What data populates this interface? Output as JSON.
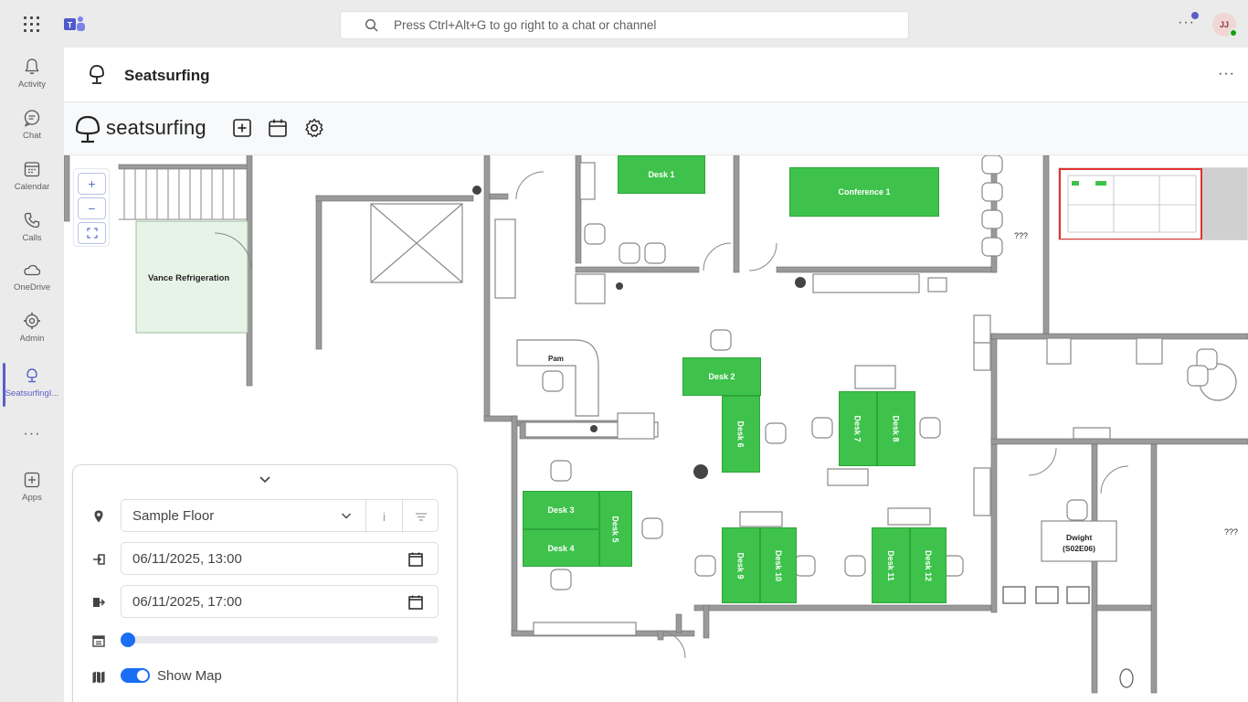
{
  "topbar": {
    "search_placeholder": "Press Ctrl+Alt+G to go right to a chat or channel",
    "more": "···",
    "avatar_initials": "JJ"
  },
  "rail": {
    "items": [
      {
        "label": "Activity",
        "icon": "bell-icon"
      },
      {
        "label": "Chat",
        "icon": "chat-icon"
      },
      {
        "label": "Calendar",
        "icon": "calendar-icon"
      },
      {
        "label": "Calls",
        "icon": "phone-icon"
      },
      {
        "label": "OneDrive",
        "icon": "cloud-icon"
      },
      {
        "label": "Admin",
        "icon": "admin-icon"
      },
      {
        "label": "SeatsurfingI...",
        "icon": "seatsurfing-icon"
      }
    ],
    "more": "···",
    "apps_label": "Apps"
  },
  "app": {
    "title": "Seatsurfing",
    "more": "···",
    "logo_text": "seatsurfing"
  },
  "map": {
    "desks": [
      {
        "label": "Desk 1"
      },
      {
        "label": "Conference 1"
      },
      {
        "label": "Desk 2"
      },
      {
        "label": "Desk 6"
      },
      {
        "label": "Desk 7"
      },
      {
        "label": "Desk 8"
      },
      {
        "label": "Desk 3"
      },
      {
        "label": "Desk 4"
      },
      {
        "label": "Desk 5"
      },
      {
        "label": "Desk 9"
      },
      {
        "label": "Desk 10"
      },
      {
        "label": "Desk 11"
      },
      {
        "label": "Desk 12"
      }
    ],
    "rooms": {
      "vance": "Vance Refrigeration",
      "pam": "Pam",
      "dwight_1": "Dwight",
      "dwight_2": "(S02E06)",
      "unknown_1": "???",
      "unknown_2": "???"
    },
    "zoom": {
      "in": "+",
      "out": "−"
    },
    "accent": "#3ec24b"
  },
  "panel": {
    "location": "Sample Floor",
    "info": "i",
    "enter": "06/11/2025, 13:00",
    "leave": "06/11/2025, 17:00",
    "duration_fraction": 0,
    "show_map_label": "Show Map",
    "show_map": true,
    "accent": "#1a6ef5"
  }
}
